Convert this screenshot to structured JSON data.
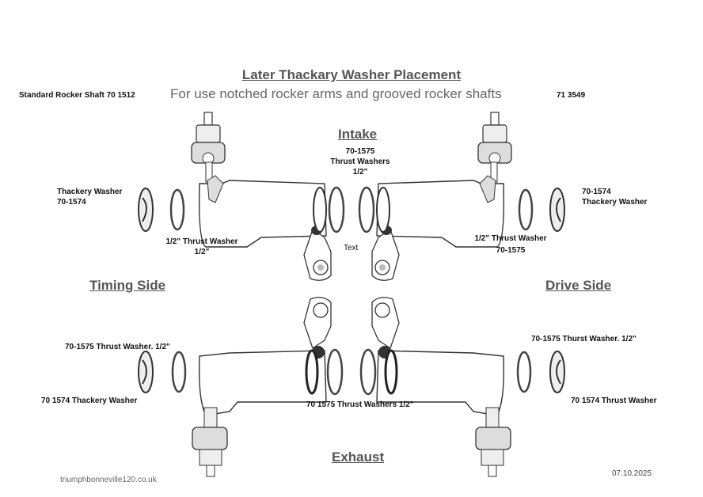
{
  "title": "Later Thackary Washer Placement",
  "subtitle": "For use notched rocker arms and grooved rocker shafts",
  "shaft_left": "Standard Rocker Shaft 70 1512",
  "shaft_right": "71 3549",
  "sections": {
    "intake": "Intake",
    "exhaust": "Exhaust",
    "timing": "Timing Side",
    "drive": "Drive Side"
  },
  "labels": {
    "intake_center": [
      "70-1575",
      "Thrust Washers",
      "1/2\""
    ],
    "tl_thackery": [
      "Thackery Washer",
      "70-1574"
    ],
    "tl_thrust": [
      "1/2\" Thrust Washer",
      "1/2\""
    ],
    "center_text": "Text",
    "tr_thackery": [
      "70-1574",
      "Thackery Washer"
    ],
    "tr_thrust": [
      "1/2\" Thrust Washer",
      "70-1575"
    ],
    "bl_thrust": "70-1575 Thrust Washer. 1/2\"",
    "bl_thackery": "70 1574 Thackery Washer",
    "bottom_center": "70 1575 Thrust Washers 1/2\"",
    "br_thrust": "70-1575 Thurst Washer. 1/2\"",
    "br_thackery": "70 1574 Thrust Washer"
  },
  "footer_site": "triumphbonneville120.co.uk",
  "footer_date": "07.10.2025"
}
